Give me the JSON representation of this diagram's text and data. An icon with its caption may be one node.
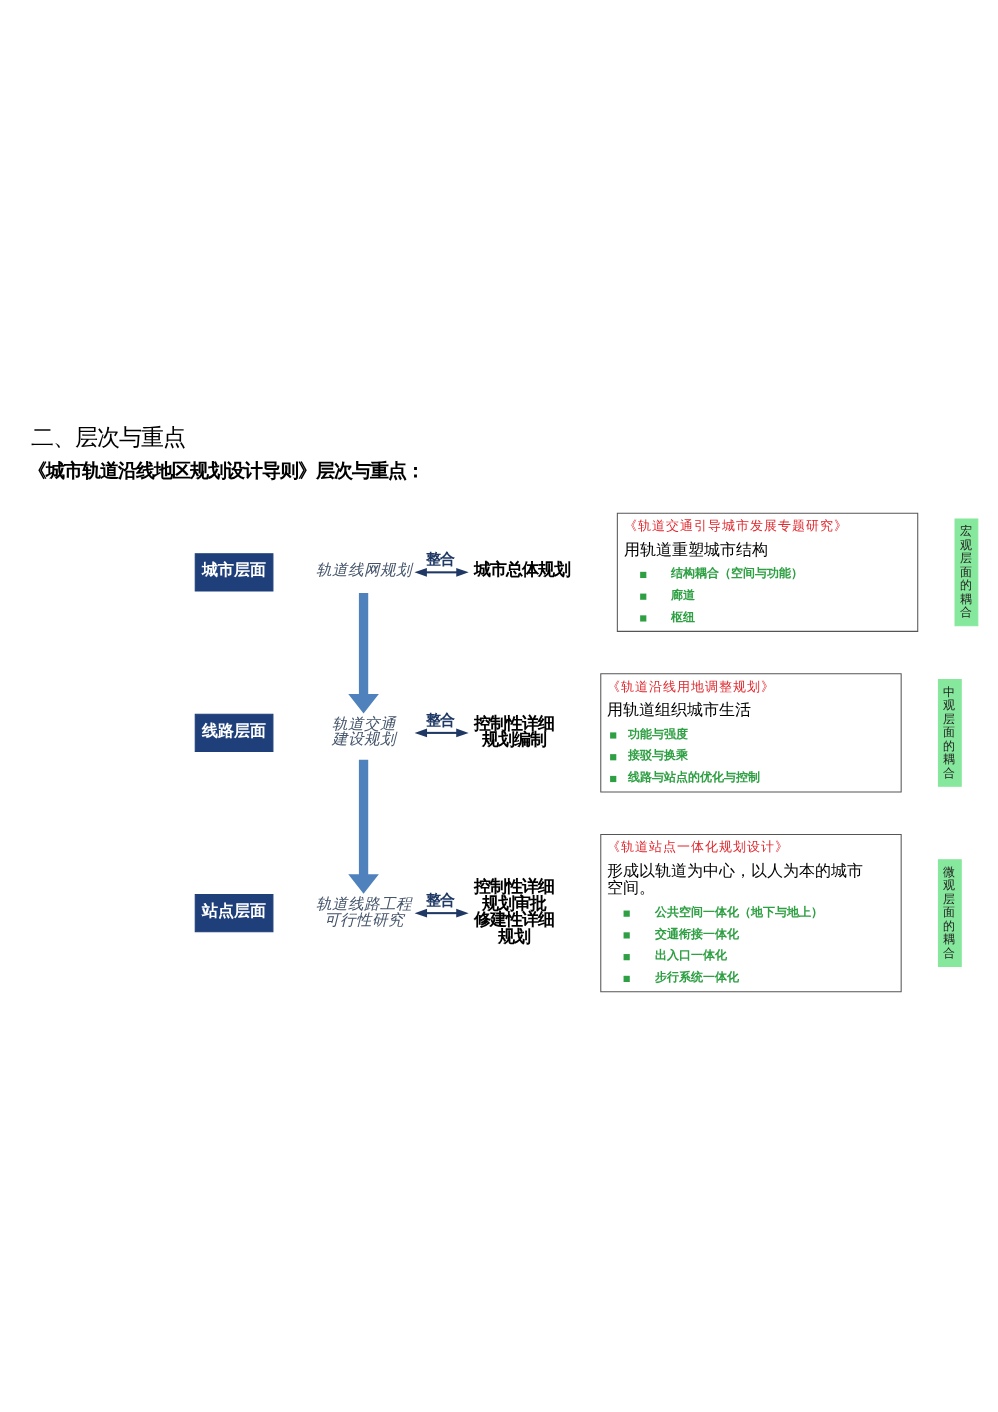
{
  "diagram": {
    "title": "二、层次与重点",
    "nodes": [
      {
        "text": [
          "城市层面"
        ]
      },
      {
        "text": [
          "轨道线网规划"
        ]
      },
      {
        "text": [
          "城市总体规划"
        ]
      },
      {
        "text": [
          "《轨道交通引导城市发展专题研究》",
          "用轨道重塑城市结构",
          "结构耦合（空间与功能）",
          "廊道",
          "枢纽"
        ]
      },
      {
        "text": [
          "宏观层面的耦合"
        ]
      },
      {
        "text": [
          "线路层面"
        ]
      },
      {
        "text": [
          "轨道交通建设规划"
        ]
      },
      {
        "text": [
          "控制性详细规划编制"
        ]
      },
      {
        "text": [
          "《轨道沿线用地调整规划》",
          "用轨道组织城市生活",
          "功能与强度",
          "接驳与换乘",
          "线路与站点的优化与控制"
        ]
      },
      {
        "text": [
          "中观层面的耦合"
        ]
      },
      {
        "text": [
          "站点层面"
        ]
      },
      {
        "text": [
          "轨道线路工程可行性研究"
        ]
      },
      {
        "text": [
          "控制性详细规划审批",
          "修建性详细规划"
        ]
      },
      {
        "text": [
          "《轨道站点一体化规划设计》",
          "形成以轨道为中心，以人为本的城市空间。",
          "公共空间一体化（地下与地上）",
          "交通衔接一体化",
          "出入口一体化",
          "步行系统一体化"
        ]
      },
      {
        "text": [
          "微观层面的耦合"
        ]
      }
    ],
    "edges": [
      {
        "from": 1,
        "to": 2,
        "arrow": "both",
        "label": "整合"
      },
      {
        "from": 1,
        "to": 6,
        "arrow": "to",
        "style": "thick",
        "color": "#4f81bd"
      },
      {
        "from": 6,
        "to": 7,
        "arrow": "both",
        "label": "整合"
      },
      {
        "from": 6,
        "to": 11,
        "arrow": "to",
        "style": "thick",
        "color": "#4f81bd"
      },
      {
        "from": 11,
        "to": 12,
        "arrow": "both",
        "label": "整合"
      }
    ],
    "labels": [
      "《城市轨道沿线地区规划设计导则》层次与重点："
    ]
  }
}
